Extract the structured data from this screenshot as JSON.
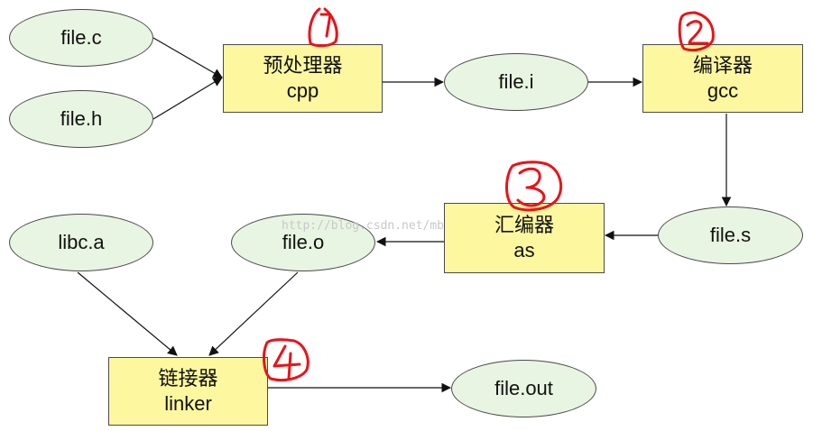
{
  "colors": {
    "ellipse_fill": "#e8f5e2",
    "box_fill": "#fdf7a0",
    "stroke": "#4a4a4a",
    "annotation": "#e8141a"
  },
  "nodes": {
    "file_c": {
      "label": "file.c"
    },
    "file_h": {
      "label": "file.h"
    },
    "preprocessor": {
      "title": "预处理器",
      "subtitle": "cpp"
    },
    "file_i": {
      "label": "file.i"
    },
    "compiler": {
      "title": "编译器",
      "subtitle": "gcc"
    },
    "file_s": {
      "label": "file.s"
    },
    "assembler": {
      "title": "汇编器",
      "subtitle": "as"
    },
    "file_o": {
      "label": "file.o"
    },
    "libc_a": {
      "label": "libc.a"
    },
    "linker": {
      "title": "链接器",
      "subtitle": "linker"
    },
    "file_out": {
      "label": "file.out"
    }
  },
  "watermark": "http://blog.csdn.net/mb",
  "annotations": [
    "1",
    "2",
    "3",
    "4"
  ]
}
